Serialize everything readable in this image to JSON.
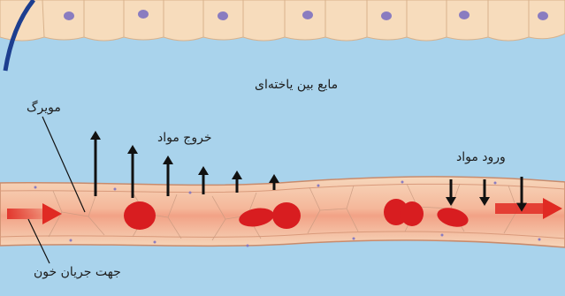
{
  "labels": {
    "interstitial_fluid": "مایع بین یاخته‌ای",
    "capillary": "مویرگ",
    "outflow": "خروج مواد",
    "inflow": "ورود مواد",
    "blood_flow_direction": "جهت جریان خون"
  },
  "colors": {
    "fluid": "#a9d3ec",
    "tissue_cell": "#f7dcbc",
    "tissue_nucleus": "#8a7cc0",
    "vessel_wall": "#f3c6a3",
    "vessel_lumen": "#f08a6a",
    "red_blood_cell": "#d81d20",
    "arrow_dark": "#111111",
    "flow_arrow": "#e02a23",
    "corner_arc": "#1d3e8f"
  },
  "arrows": {
    "outflow_levels": [
      5,
      4,
      3,
      2,
      1.5,
      1
    ],
    "inflow_levels": [
      1,
      1,
      1.4
    ]
  }
}
